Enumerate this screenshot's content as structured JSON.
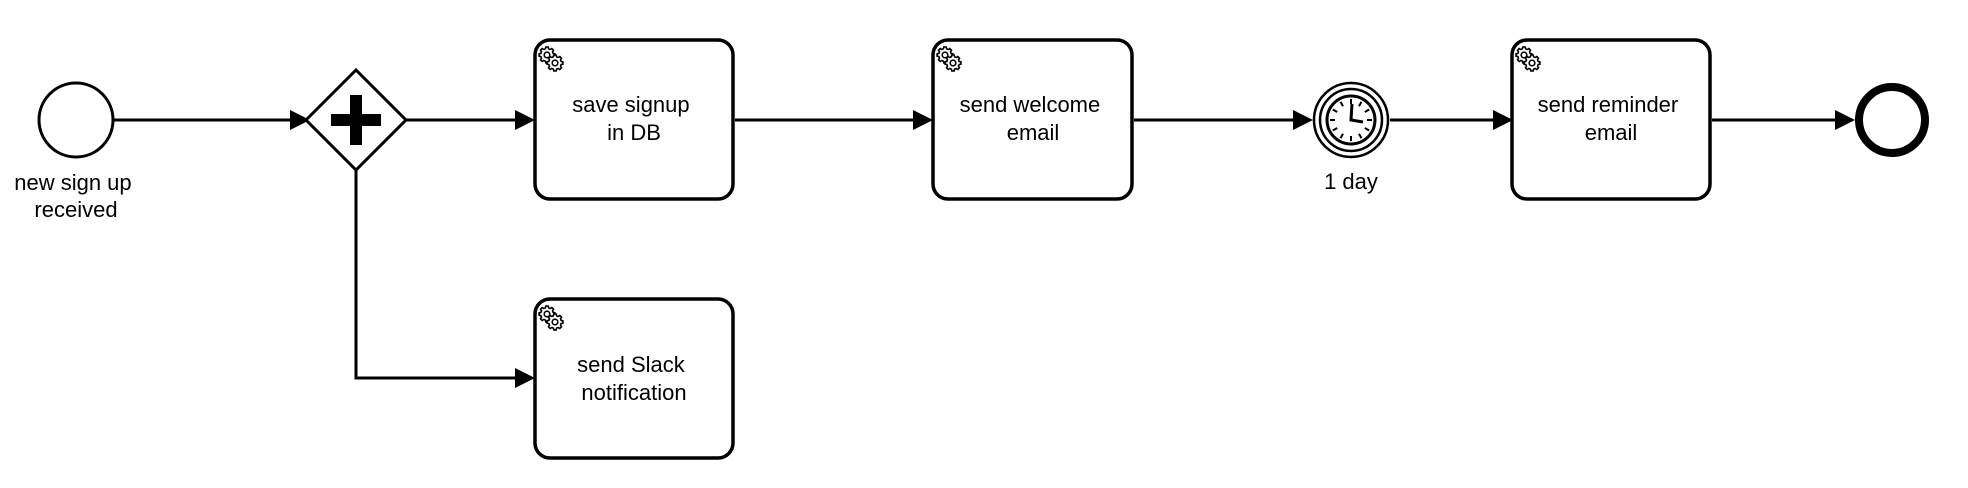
{
  "events": {
    "start": {
      "label_lines": [
        "new sign up",
        "received"
      ]
    },
    "timer": {
      "label_lines": [
        "1 day"
      ]
    },
    "end": {
      "label_lines": []
    }
  },
  "gateway": {
    "type": "parallel"
  },
  "tasks": {
    "save_signup": {
      "type": "service",
      "label_lines": [
        "save signup",
        "in DB"
      ]
    },
    "send_welcome": {
      "type": "service",
      "label_lines": [
        "send welcome",
        "email"
      ]
    },
    "send_reminder": {
      "type": "service",
      "label_lines": [
        "send reminder",
        "email"
      ]
    },
    "send_slack": {
      "type": "service",
      "label_lines": [
        "send Slack",
        "notification"
      ]
    }
  },
  "colors": {
    "stroke": "#000000",
    "fill": "#ffffff"
  }
}
